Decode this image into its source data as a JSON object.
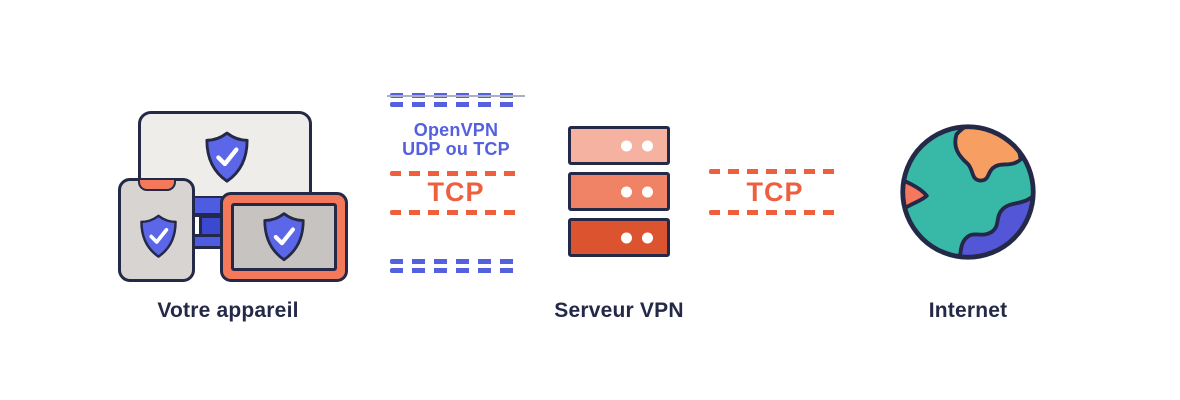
{
  "device": {
    "label": "Votre appareil"
  },
  "server": {
    "label": "Serveur VPN"
  },
  "internet": {
    "label": "Internet"
  },
  "tunnel": {
    "protocol_name": "OpenVPN",
    "protocol_modes": "UDP ou TCP",
    "left_link_label": "TCP",
    "right_link_label": "TCP"
  },
  "colors": {
    "outline_navy": "#232946",
    "accent_blue": "#5560de",
    "accent_orange": "#ee5f3d",
    "shield_blue": "#5b67e8",
    "device_orange": "#f4795b",
    "server_bar_light": "#f5b2a1",
    "server_bar_mid": "#f08266",
    "server_bar_dark": "#dc5330",
    "globe_teal": "#38b9a8",
    "globe_orange": "#f79e63",
    "globe_salmon": "#f4775e",
    "globe_blue": "#5356d6"
  }
}
